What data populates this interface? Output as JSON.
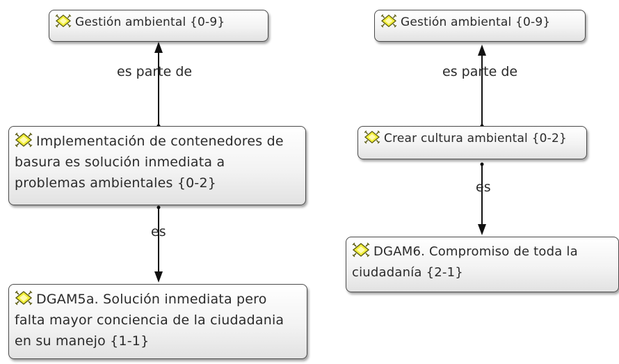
{
  "nodes": [
    {
      "id": "n1",
      "label": "Gestión ambiental {0-9}"
    },
    {
      "id": "n2",
      "label": "Implementación de contenedores de basura es solución inmediata a problemas ambientales {0-2}"
    },
    {
      "id": "n3",
      "label": "DGAM5a. Solución inmediata pero falta mayor conciencia de la ciudadania en su manejo {1-1}"
    },
    {
      "id": "n4",
      "label": "Gestión ambiental {0-9}"
    },
    {
      "id": "n5",
      "label": "Crear cultura ambiental {0-2}"
    },
    {
      "id": "n6",
      "label": "DGAM6. Compromiso de toda la ciudadanía {2-1}"
    }
  ],
  "links": [
    {
      "from": "n2",
      "to": "n1",
      "label": "es parte de"
    },
    {
      "from": "n2",
      "to": "n3",
      "label": "es"
    },
    {
      "from": "n5",
      "to": "n4",
      "label": "es parte de"
    },
    {
      "from": "n5",
      "to": "n6",
      "label": "es"
    }
  ],
  "node_icon": "code-quotation-icon",
  "colors": {
    "icon_fill": "#f2ef3a",
    "icon_stroke": "#5a5a10",
    "border": "#4a4a4a",
    "edge": "#111111"
  }
}
